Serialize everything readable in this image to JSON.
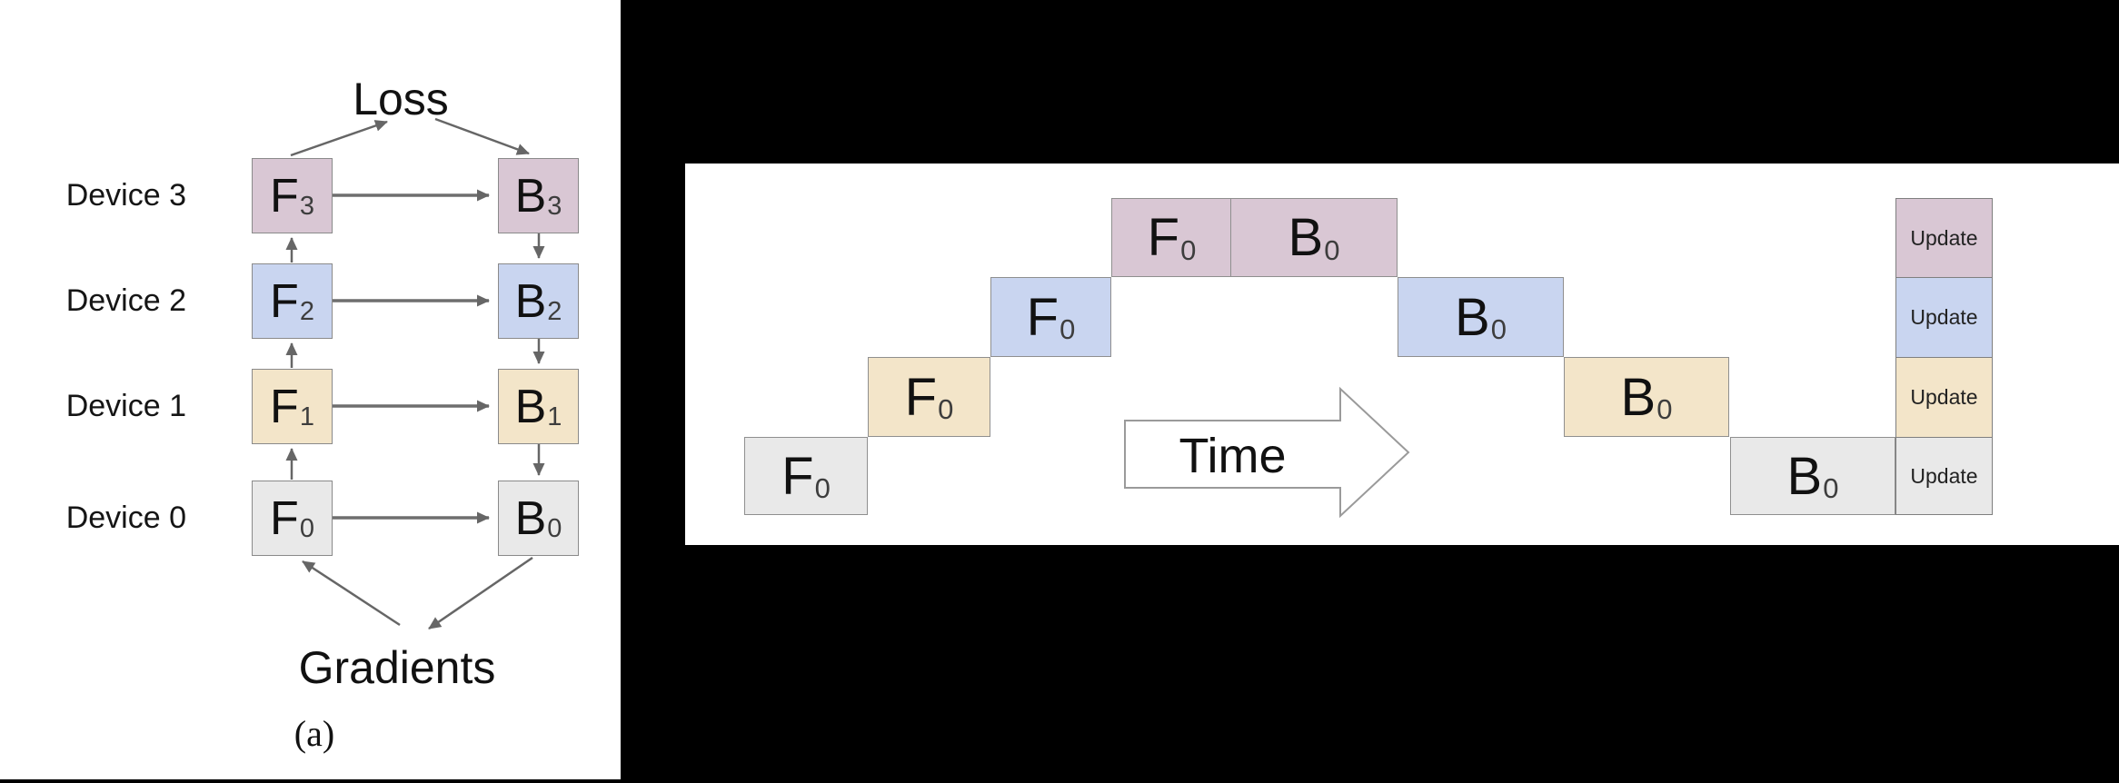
{
  "figure": {
    "panel_a": {
      "loss_label": "Loss",
      "gradients_label": "Gradients",
      "caption": "(a)",
      "rows": [
        {
          "device": "Device 3",
          "f": {
            "label": "F",
            "sub": "3"
          },
          "b": {
            "label": "B",
            "sub": "3"
          }
        },
        {
          "device": "Device 2",
          "f": {
            "label": "F",
            "sub": "2"
          },
          "b": {
            "label": "B",
            "sub": "2"
          }
        },
        {
          "device": "Device 1",
          "f": {
            "label": "F",
            "sub": "1"
          },
          "b": {
            "label": "B",
            "sub": "1"
          }
        },
        {
          "device": "Device 0",
          "f": {
            "label": "F",
            "sub": "0"
          },
          "b": {
            "label": "B",
            "sub": "0"
          }
        }
      ]
    },
    "panel_b": {
      "time_label": "Time",
      "blocks": [
        {
          "label": "F",
          "sub": "0"
        },
        {
          "label": "F",
          "sub": "0"
        },
        {
          "label": "F",
          "sub": "0"
        },
        {
          "label": "F",
          "sub": "0"
        },
        {
          "label": "B",
          "sub": "0"
        },
        {
          "label": "B",
          "sub": "0"
        },
        {
          "label": "B",
          "sub": "0"
        },
        {
          "label": "B",
          "sub": "0"
        }
      ],
      "updates": [
        {
          "label": "Update"
        },
        {
          "label": "Update"
        },
        {
          "label": "Update"
        },
        {
          "label": "Update"
        }
      ]
    },
    "colors": {
      "background": "#000000",
      "panel": "#ffffff",
      "device0_fill": "#e9e9e9",
      "device1_fill": "#f3e5c9",
      "device2_fill": "#c9d5f0",
      "device3_fill": "#d9c7d4",
      "block_border": "#8a8a8a",
      "arrow": "#666666"
    }
  }
}
